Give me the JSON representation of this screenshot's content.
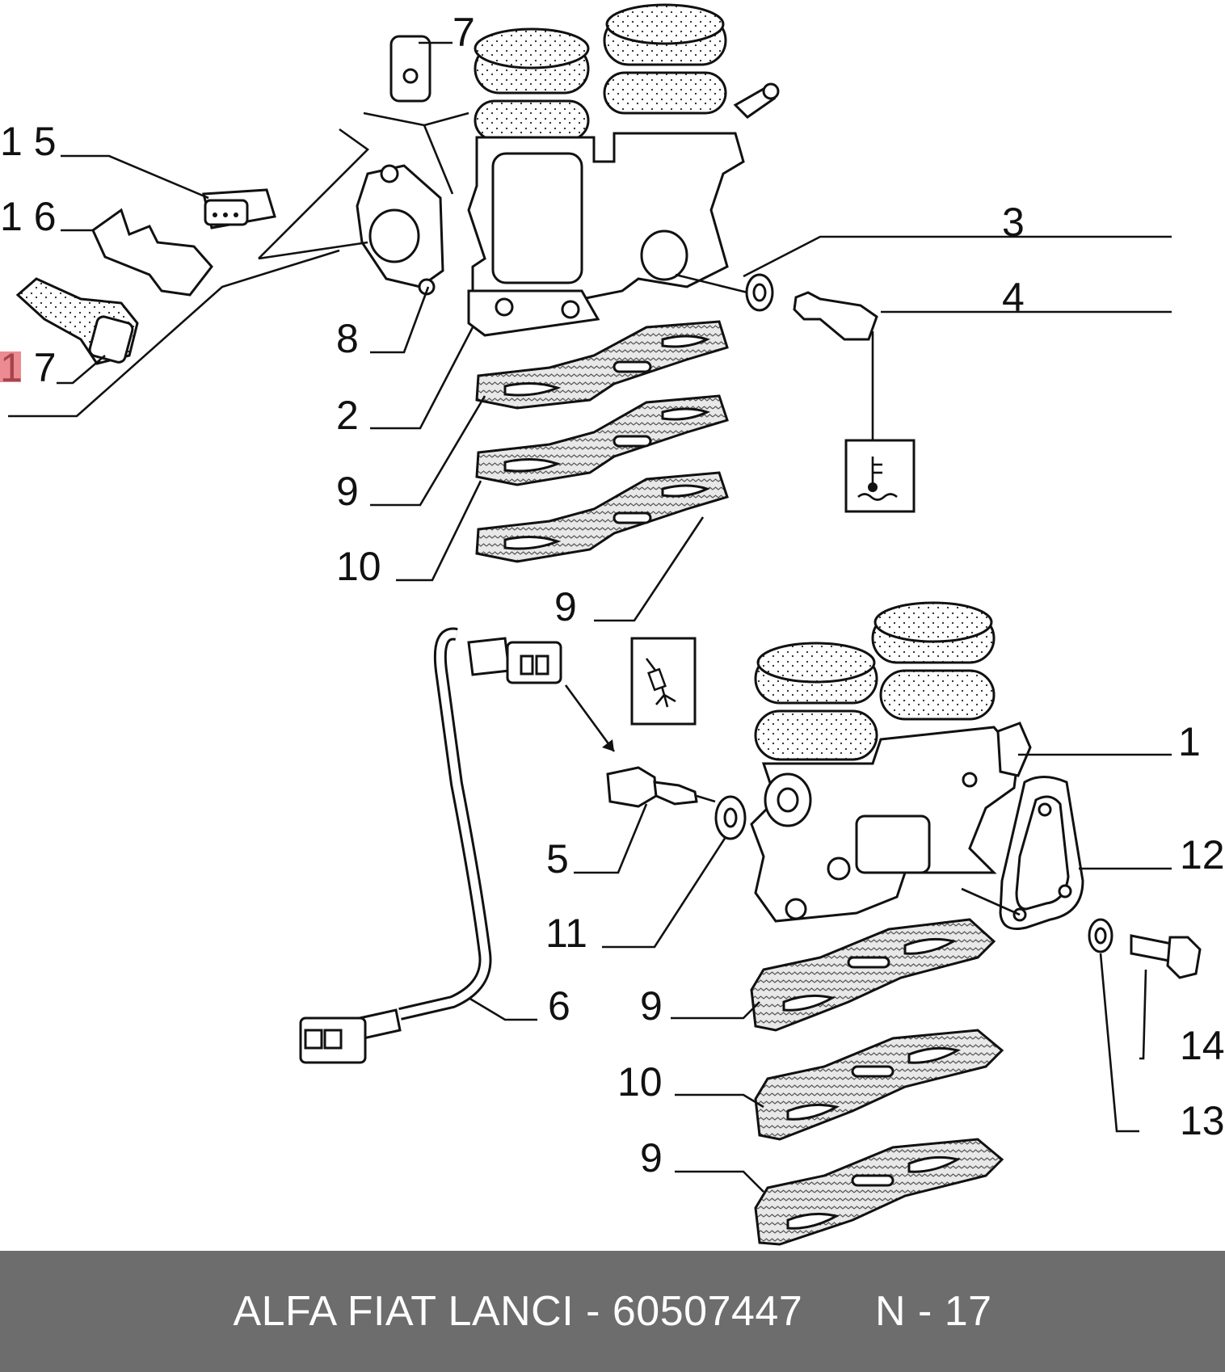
{
  "footer": {
    "brand_part": "ALFA FIAT LANCI - 60507447",
    "page_ref": "N - 17"
  },
  "callouts": {
    "c1": "1",
    "c2": "2",
    "c3": "3",
    "c4": "4",
    "c5": "5",
    "c6": "6",
    "c7": "7",
    "c8": "8",
    "c9a": "9",
    "c9b": "9",
    "c9c": "9",
    "c9d": "9",
    "c10a": "10",
    "c10b": "10",
    "c11": "11",
    "c12": "12",
    "c13": "13",
    "c14": "14",
    "c15": "1 5",
    "c16": "1 6",
    "c17": "1 7"
  },
  "icons": {
    "coolant_temp": "coolant-temperature-icon",
    "sensor": "sensor-wiring-icon"
  },
  "colors": {
    "footer_bg": "#6d6d6d",
    "footer_text": "#ffffff",
    "highlight": "#e65a64"
  }
}
